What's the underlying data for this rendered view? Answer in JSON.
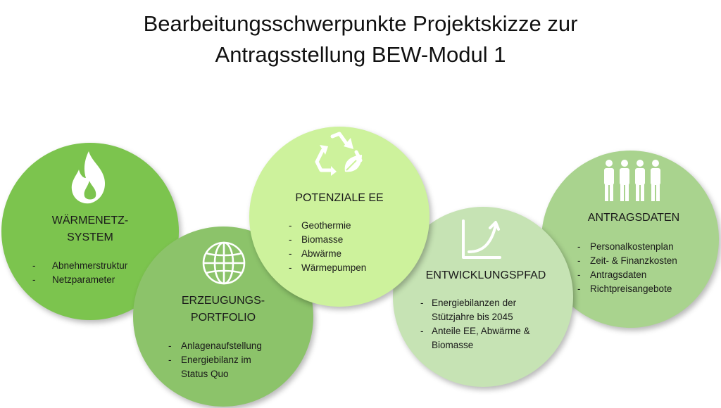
{
  "title": {
    "line1": "Bearbeitungsschwerpunkte Projektskizze zur",
    "line2": "Antragsstellung BEW-Modul 1"
  },
  "circles": [
    {
      "id": "waermenetz",
      "heading": [
        "WÄRMENETZ-",
        "SYSTEM"
      ],
      "items": [
        "Abnehmerstruktur",
        "Netzparameter"
      ],
      "color": "#7cc44e",
      "icon": "flame-icon"
    },
    {
      "id": "erzeugung",
      "heading": [
        "ERZEUGUNGS-",
        "PORTFOLIO"
      ],
      "items": [
        "Anlagenaufstellung",
        "Energiebilanz im Status Quo"
      ],
      "color": "#8cc36a",
      "icon": "globe-icon"
    },
    {
      "id": "potenziale",
      "heading": [
        "POTENZIALE EE"
      ],
      "items": [
        "Geothermie",
        "Biomasse",
        "Abwärme",
        "Wärmepumpen"
      ],
      "color": "#cdf29c",
      "icon": "recycle-leaf-icon"
    },
    {
      "id": "entwicklung",
      "heading": [
        "ENTWICKLUNGSPFAD"
      ],
      "items": [
        "Energiebilanzen der Stützjahre bis 2045",
        "Anteile EE, Abwärme & Biomasse"
      ],
      "color": "#c6e3b4",
      "icon": "growth-chart-icon"
    },
    {
      "id": "antrag",
      "heading": [
        "ANTRAGSDATEN"
      ],
      "items": [
        "Personalkostenplan",
        "Zeit- & Finanzkosten",
        "Antragsdaten",
        "Richtpreisangebote"
      ],
      "color": "#a9d38e",
      "icon": "people-icon"
    }
  ],
  "bullet": "-"
}
